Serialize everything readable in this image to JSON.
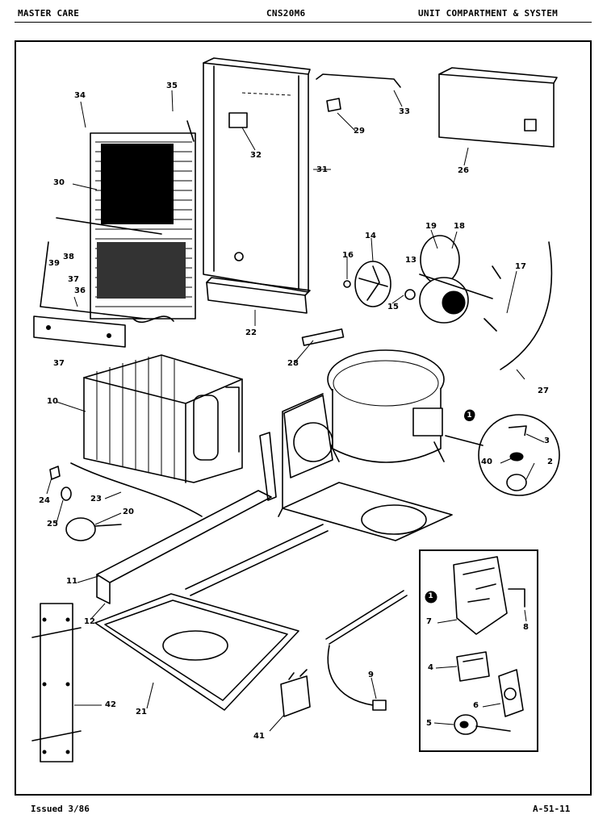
{
  "header": {
    "left": "MASTER CARE",
    "center": "CNS20M6",
    "right": "UNIT COMPARTMENT & SYSTEM"
  },
  "footer": {
    "left": "Issued 3/86",
    "right": "A-51-11"
  },
  "callouts": {
    "c1": "1",
    "c2": "2",
    "c3": "3",
    "c4": "4",
    "c5": "5",
    "c6": "6",
    "c7": "7",
    "c8": "8",
    "c9": "9",
    "c10": "10",
    "c11": "11",
    "c12": "12",
    "c13": "13",
    "c14": "14",
    "c15": "15",
    "c16": "16",
    "c17": "17",
    "c18": "18",
    "c19": "19",
    "c20": "20",
    "c21": "21",
    "c22": "22",
    "c23": "23",
    "c24": "24",
    "c25": "25",
    "c26": "26",
    "c27": "27",
    "c28": "28",
    "c29": "29",
    "c30": "30",
    "c31": "31",
    "c32": "32",
    "c33": "33",
    "c34": "34",
    "c35": "35",
    "c36": "36",
    "c37a": "37",
    "c37b": "37",
    "c38": "38",
    "c39": "39",
    "c40": "40",
    "c41": "41",
    "c42": "42"
  }
}
